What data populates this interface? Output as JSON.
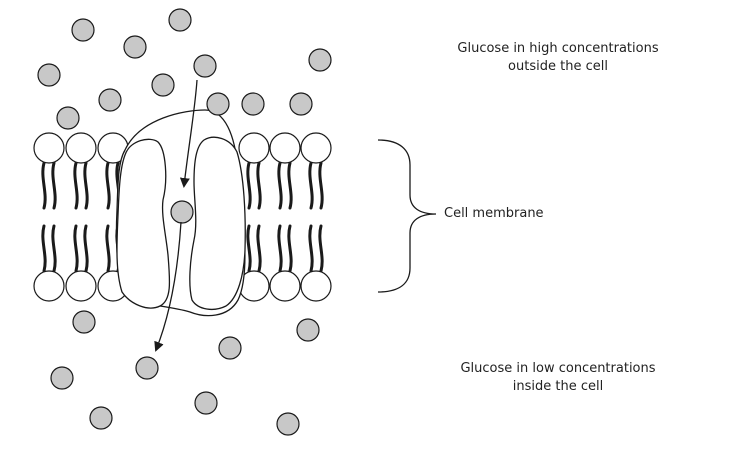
{
  "labels": {
    "outside_line1": "Glucose in high concentrations",
    "outside_line2": "outside the cell",
    "membrane": "Cell membrane",
    "inside_line1": "Glucose in low concentrations",
    "inside_line2": "inside the cell"
  },
  "colors": {
    "glucose_fill": "#c8c8c8",
    "outline": "#1a1a1a",
    "text": "#222222"
  }
}
